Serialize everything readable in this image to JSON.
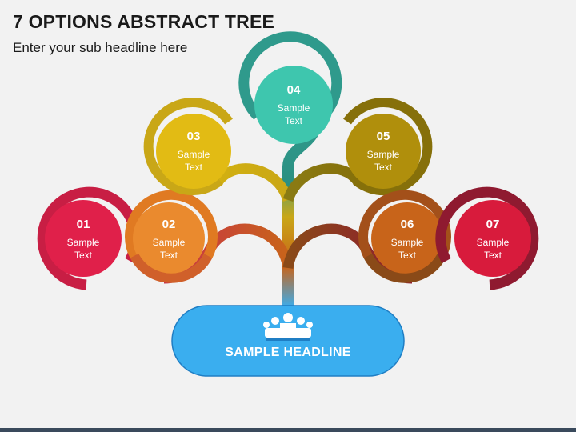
{
  "header": {
    "title": "7 OPTIONS ABSTRACT TREE",
    "subtitle": "Enter your sub headline here"
  },
  "nodes": [
    {
      "number": "01",
      "label": "Sample\nText",
      "color": "#e0204a"
    },
    {
      "number": "02",
      "label": "Sample\nText",
      "color": "#ea8a2e"
    },
    {
      "number": "03",
      "label": "Sample\nText",
      "color": "#e2bb14"
    },
    {
      "number": "04",
      "label": "Sample\nText",
      "color": "#3ec6ae"
    },
    {
      "number": "05",
      "label": "Sample\nText",
      "color": "#b08f0c"
    },
    {
      "number": "06",
      "label": "Sample\nText",
      "color": "#c8641a"
    },
    {
      "number": "07",
      "label": "Sample\nText",
      "color": "#d81b3c"
    }
  ],
  "base": {
    "headline": "SAMPLE HEADLINE",
    "icon": "people-group-icon",
    "color": "#3aaeef"
  }
}
